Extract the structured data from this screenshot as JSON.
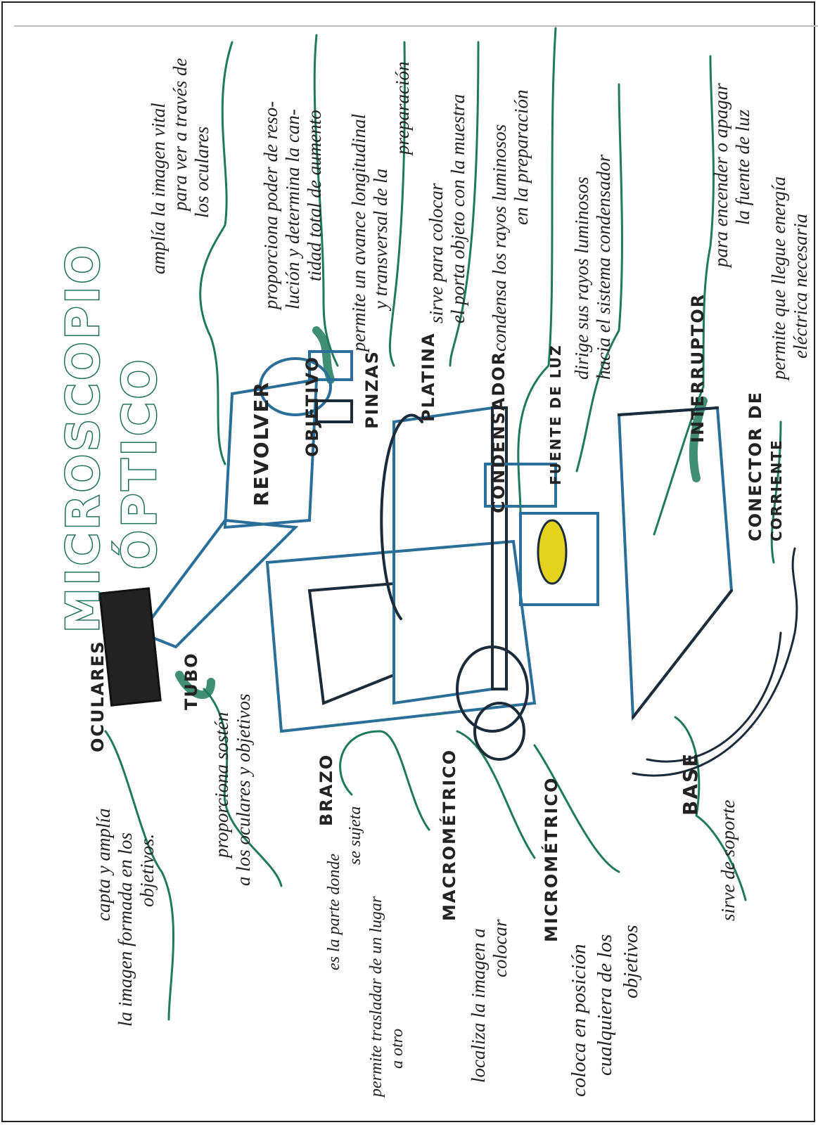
{
  "title": {
    "line1": "MICROSCOPIO",
    "line2": "ÓPTICO"
  },
  "colors": {
    "accent": "#1f7a5c",
    "outline": "#2a6f9a",
    "light": "#e5d21f"
  },
  "parts": [
    {
      "label": "OCULARES",
      "desc": [
        "capta y amplía",
        "la imagen formada en los",
        "objetivos."
      ]
    },
    {
      "label": "TUBO",
      "desc": [
        "proporciona sostén",
        "a los oculares y objetivos"
      ]
    },
    {
      "label": "BRAZO",
      "desc": [
        "es la parte donde",
        "se sujeta",
        "permite trasladar de un lugar",
        "a otro"
      ]
    },
    {
      "label": "MACROMÉTRICO",
      "desc": [
        "localiza la imagen a",
        "colocar"
      ]
    },
    {
      "label": "MICROMÉTRICO",
      "desc": [
        "coloca en posición",
        "cualquiera de los",
        "objetivos"
      ]
    },
    {
      "label": "BASE",
      "desc": [
        "sirve de soporte"
      ]
    },
    {
      "label": "REVOLVER",
      "desc": [
        "amplía la imagen vital",
        "para ver a través de",
        "los oculares"
      ]
    },
    {
      "label": "OBJETIVO",
      "desc": [
        "proporciona poder de reso-",
        "lución y determina la can-",
        "tidad total de aumento"
      ]
    },
    {
      "label": "PINZAS",
      "desc": [
        "permite un avance longitudinal",
        "y transversal de la",
        "preparación"
      ]
    },
    {
      "label": "PLATINA",
      "desc": [
        "sirve para colocar",
        "el porta objeto con la muestra"
      ]
    },
    {
      "label": "CONDENSADOR",
      "desc": [
        "condensa los rayos luminosos",
        "en la preparación"
      ]
    },
    {
      "label": "FUENTE DE LUZ",
      "desc": [
        "dirige sus rayos luminosos",
        "hacia el sistema condensador"
      ]
    },
    {
      "label": "INTERRUPTOR",
      "desc": [
        "para encender o apagar",
        "la fuente de luz"
      ]
    },
    {
      "label": "CONECTOR DE",
      "label2": "CORRIENTE",
      "desc": [
        "permite que llegue energía",
        "eléctrica necesaria"
      ]
    }
  ]
}
